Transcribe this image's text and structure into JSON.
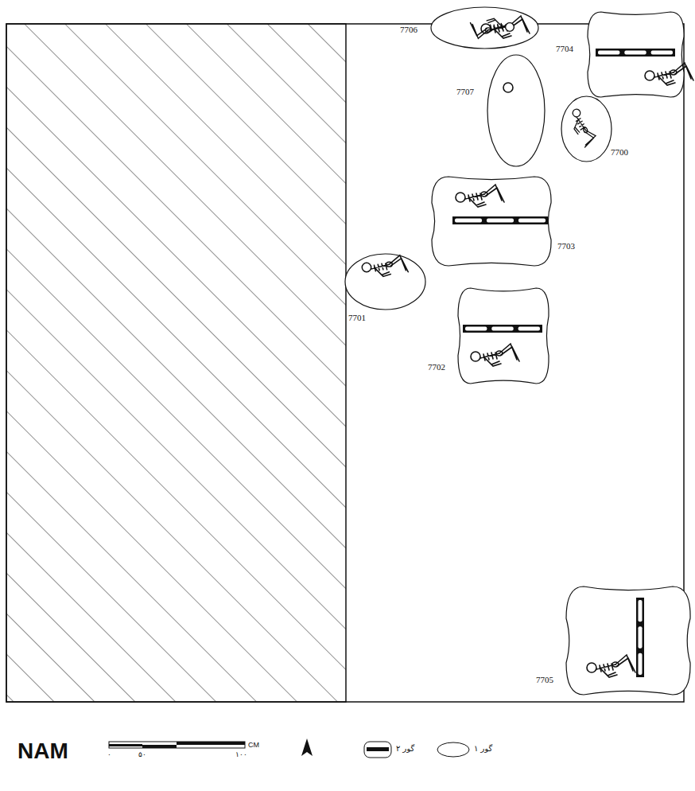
{
  "diagram": {
    "nodes": [
      {
        "text": [
          "7706"
        ]
      },
      {
        "text": [
          "7704"
        ]
      },
      {
        "text": [
          "7707"
        ]
      },
      {
        "text": [
          "7700"
        ]
      },
      {
        "text": [
          "7703"
        ]
      },
      {
        "text": [
          "7701"
        ]
      },
      {
        "text": [
          "7702"
        ]
      },
      {
        "text": [
          "7705"
        ]
      }
    ],
    "labels": [
      "NAM",
      "۰",
      "۵۰",
      "۱۰۰",
      "CM"
    ],
    "legend": [
      {
        "text": "گور ۲"
      },
      {
        "text": "گور ۱"
      }
    ]
  }
}
